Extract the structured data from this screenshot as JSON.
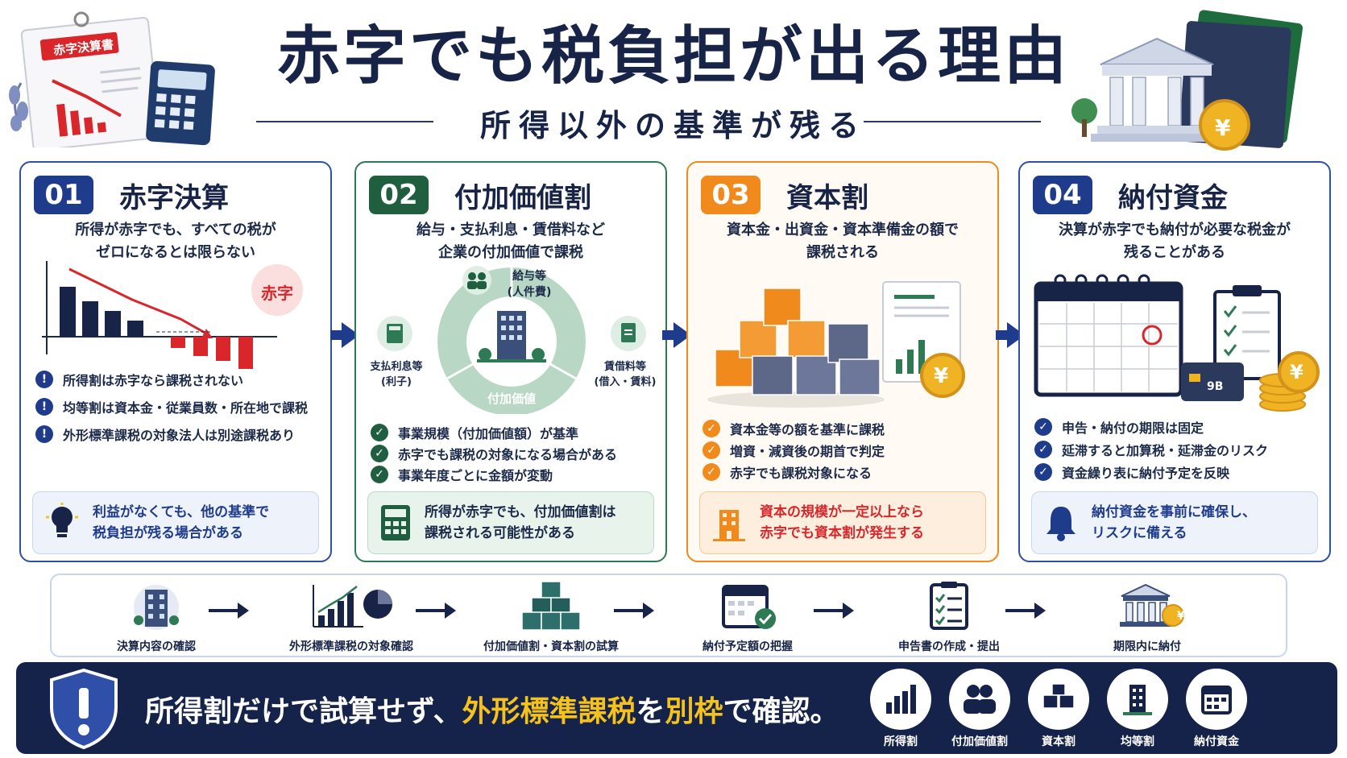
{
  "header": {
    "title": "赤字でも税負担が出る理由",
    "subtitle": "所得以外の基準が残る",
    "doc_label": "赤字決算書",
    "yen": "¥"
  },
  "cards": [
    {
      "num": "01",
      "title": "赤字決算",
      "desc": [
        "所得が赤字でも、すべての税が",
        "ゼロになるとは限らない"
      ],
      "badge": "赤字",
      "bullets": [
        "所得割は赤字なら課税されない",
        "均等割は資本金・従業員数・所在地で課税",
        "外形標準課税の対象法人は別途課税あり"
      ],
      "note": [
        "利益がなくても、他の基準で",
        "税負担が残る場合がある"
      ],
      "color": "#1f3c8c"
    },
    {
      "num": "02",
      "title": "付加価値割",
      "desc": [
        "給与・支払利息・賃借料など",
        "企業の付加価値で課税"
      ],
      "diagram": {
        "top_label": "給与等",
        "top_sub": "(人件費)",
        "left_label": "支払利息等",
        "left_sub": "(利子)",
        "right_label": "賃借料等",
        "right_sub": "(借入・賃料)",
        "center_label": "付加価値"
      },
      "bullets": [
        "事業規模（付加価値額）が基準",
        "赤字でも課税の対象になる場合がある",
        "事業年度ごとに金額が変動"
      ],
      "note": [
        "所得が赤字でも、付加価値割は",
        "課税される可能性がある"
      ],
      "color": "#2d7a55"
    },
    {
      "num": "03",
      "title": "資本割",
      "desc": [
        "資本金・出資金・資本準備金の額で",
        "課税される"
      ],
      "bullets": [
        "資本金等の額を基準に課税",
        "増資・減資後の期首で判定",
        "赤字でも課税対象になる"
      ],
      "note": [
        "資本の規模が一定以上なら",
        "赤字でも資本割が発生する"
      ],
      "color": "#f08a1c"
    },
    {
      "num": "04",
      "title": "納付資金",
      "desc": [
        "決算が赤字でも納付が必要な税金が",
        "残ることがある"
      ],
      "card_text": "9B",
      "bullets": [
        "申告・納付の期限は固定",
        "延滞すると加算税・延滞金のリスク",
        "資金繰り表に納付予定を反映"
      ],
      "note": [
        "納付資金を事前に確保し、",
        "リスクに備える"
      ],
      "color": "#1f3c8c"
    }
  ],
  "flow": [
    {
      "label": "決算内容の確認",
      "icon": "building-icon"
    },
    {
      "label": "外形標準課税の対象確認",
      "icon": "chart-icon"
    },
    {
      "label": "付加価値割・資本割の試算",
      "icon": "cubes-icon"
    },
    {
      "label": "納付予定額の把握",
      "icon": "calendar-check-icon"
    },
    {
      "label": "申告書の作成・提出",
      "icon": "checklist-icon"
    },
    {
      "label": "期限内に納付",
      "icon": "bank-icon"
    }
  ],
  "banner": {
    "text_a": "所得割だけで試算せず、",
    "text_b": "外形標準課税",
    "text_c": "を",
    "text_d": "別枠",
    "text_e": "で確認。",
    "icons": [
      "所得割",
      "付加価値割",
      "資本割",
      "均等割",
      "納付資金"
    ]
  }
}
